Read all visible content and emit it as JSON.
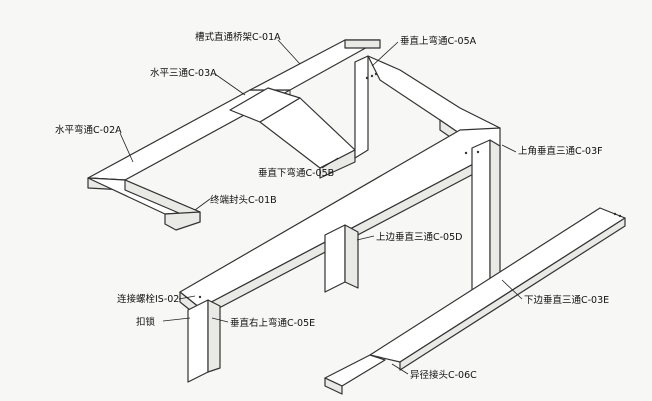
{
  "labels": {
    "straight": "槽式直通桥架C-01A",
    "tee_horizontal": "水平三通C-03A",
    "elbow_horizontal": "水平弯通C-02A",
    "elbow_up_top": "垂直上弯通C-05A",
    "tee_vertical_upper": "上角垂直三通C-03F",
    "elbow_down": "垂直下弯通C-05B",
    "end_cap": "终端封头C-01B",
    "tee_vertical_side": "上边垂直三通C-05D",
    "bolt": "连接螺栓IS-02",
    "clip": "扣锁",
    "elbow_up_right": "垂直右上弯通C-05E",
    "tee_vertical_lower": "下边垂直三通C-03E",
    "reducer": "异径接头C-06C"
  }
}
